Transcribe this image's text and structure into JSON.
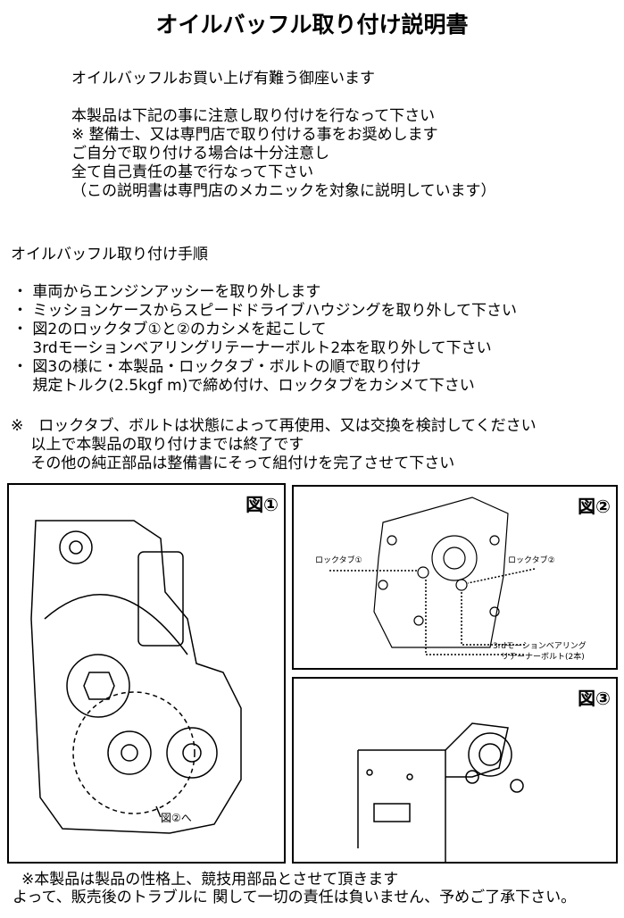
{
  "title": "オイルバッフル取り付け説明書",
  "intro": [
    "オイルバッフルお買い上げ有難う御座います",
    "本製品は下記の事に注意し取り付けを行なって下さい",
    "※ 整備士、又は専門店で取り付ける事をお奨めします",
    "ご自分で取り付ける場合は十分注意し",
    "全て自己責任の基で行なって下さい",
    "（この説明書は専門店のメカニックを対象に説明しています）"
  ],
  "procedure_heading": "オイルバッフル取り付け手順",
  "steps": [
    "・ 車両からエンジンアッシーを取り外します",
    "・ ミッションケースからスピードドライブハウジングを取り外して下さい",
    "・ 図2のロックタブ①と②のカシメを起こして",
    "　 3rdモーションベアリングリテーナーボルト2本を取り外して下さい",
    "・ 図3の様に・本製品・ロックタブ・ボルトの順で取り付け",
    "　 規定トルク(2.5kgf m)で締め付け、ロックタブをカシメて下さい"
  ],
  "notes": [
    "※　ロックタブ、ボルトは状態によって再使用、又は交換を検討してください",
    "　 以上で本製品の取り付けまでは終了です",
    "　 その他の純正部品は整備書にそって組付けを完了させて下さい"
  ],
  "figures": {
    "fig1": {
      "label": "図①",
      "callout": "図②へ"
    },
    "fig2": {
      "label": "図②",
      "lock_tab_1": "ロックタブ①",
      "lock_tab_2": "ロックタブ②",
      "bolt_line1": "3rdモーションベアリング",
      "bolt_line2": "リテーナーボルト(2本)"
    },
    "fig3": {
      "label": "図③"
    }
  },
  "footer": [
    "※本製品は製品の性格上、競技用部品とさせて頂きます",
    "よって、販売後のトラブルに 関して一切の責任は負いません、予めご了承下さい。"
  ]
}
